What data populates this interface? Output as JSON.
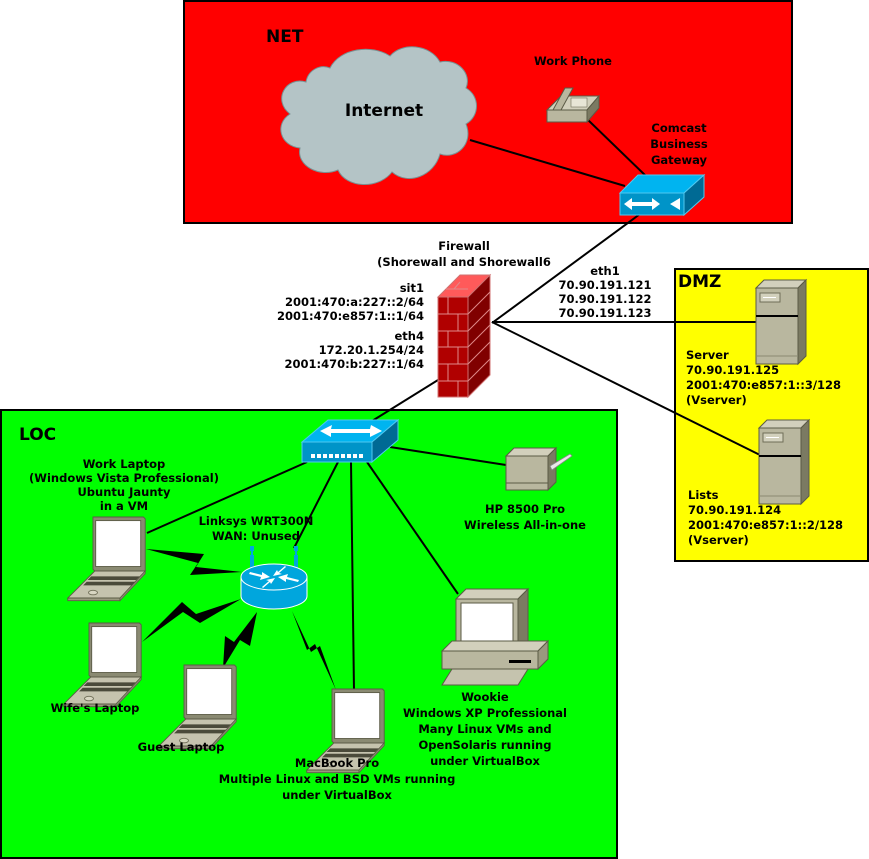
{
  "zones": {
    "net": {
      "title": "NET",
      "color": "#ff0000"
    },
    "dmz": {
      "title": "DMZ",
      "color": "#ffff00"
    },
    "loc": {
      "title": "LOC",
      "color": "#00ff00"
    }
  },
  "colors": {
    "device_blue": "#00a6dd",
    "device_blue_dark": "#006a94",
    "device_gray": "#b9b79f",
    "device_gray_dark": "#6f6e57",
    "firewall_red": "#b00000",
    "cloud_gray": "#b4c4c6"
  },
  "nodes": {
    "internet": {
      "label": "Internet",
      "icon": "cloud-icon"
    },
    "work_phone": {
      "label": "Work Phone",
      "icon": "phone-icon"
    },
    "gateway": {
      "lines": [
        "Comcast",
        "Business",
        "Gateway"
      ],
      "icon": "gateway-switch-icon"
    },
    "firewall": {
      "title_lines": [
        "Firewall",
        "(Shorewall and Shorewall6"
      ],
      "icon": "firewall-icon",
      "interfaces": {
        "sit1": [
          "sit1",
          "2001:470:a:227::2/64",
          "2001:470:e857:1::1/64"
        ],
        "eth4": [
          "eth4",
          "172.20.1.254/24",
          "2001:470:b:227::1/64"
        ],
        "eth1": [
          "eth1",
          "70.90.191.121",
          "70.90.191.122",
          "70.90.191.123"
        ]
      }
    },
    "server": {
      "lines": [
        "Server",
        "70.90.191.125",
        "2001:470:e857:1::3/128",
        "(Vserver)"
      ],
      "icon": "server-icon"
    },
    "lists": {
      "lines": [
        "Lists",
        "70.90.191.124",
        "2001:470:e857:1::2/128",
        "(Vserver)"
      ],
      "icon": "server-icon"
    },
    "loc_switch": {
      "icon": "switch-icon"
    },
    "printer": {
      "lines": [
        "HP 8500 Pro",
        "Wireless All-in-one"
      ],
      "icon": "printer-icon"
    },
    "router": {
      "lines": [
        "Linksys WRT300N",
        "WAN: Unused"
      ],
      "icon": "wireless-router-icon"
    },
    "work_laptop": {
      "lines": [
        "Work Laptop",
        "(Windows Vista Professional)",
        "Ubuntu Jaunty",
        "in a VM"
      ],
      "icon": "laptop-icon"
    },
    "wife_laptop": {
      "lines": [
        "Wife's Laptop"
      ],
      "icon": "laptop-icon"
    },
    "guest_laptop": {
      "lines": [
        "Guest Laptop"
      ],
      "icon": "laptop-icon"
    },
    "macbook": {
      "lines": [
        "MacBook Pro",
        "Multiple Linux and BSD VMs running",
        "under VirtualBox"
      ],
      "icon": "laptop-icon"
    },
    "wookie": {
      "lines": [
        "Wookie",
        "Windows XP Professional",
        "Many Linux VMs and",
        "OpenSolaris running",
        "under VirtualBox"
      ],
      "icon": "desktop-icon"
    }
  }
}
